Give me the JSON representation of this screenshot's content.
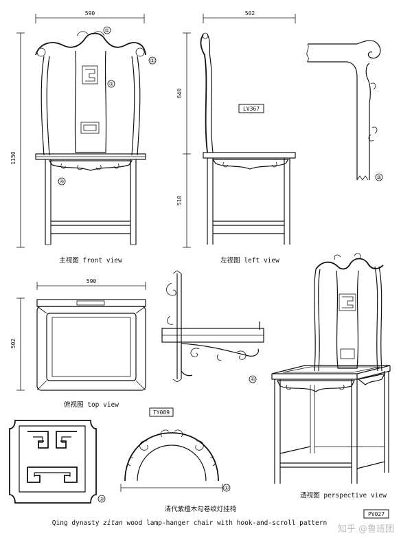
{
  "dimensions": {
    "front_width": "590",
    "side_depth": "502",
    "top_width": "590",
    "top_depth": "502",
    "total_height": "1150",
    "back_height": "640",
    "seat_height": "510"
  },
  "labels": {
    "front_view": "主视图  front view",
    "left_view": "左视图  left view",
    "top_view": "俯视图  top view",
    "perspective_view": "透视图 perspective view",
    "chinese_title": "清代紫檀木勾卷纹灯挂椅",
    "english_title": "Qing dynasty zitan wood lamp-hanger chair with hook-and-scroll pattern",
    "english_title_pre": "Qing dynasty ",
    "english_title_italic": "zitan",
    "english_title_post": " wood lamp-hanger chair with hook-and-scroll pattern"
  },
  "codes": {
    "lv": "LV367",
    "ty": "TY089",
    "pv": "PV027"
  },
  "markers": {
    "m1": "①",
    "m2": "②",
    "m3": "③",
    "m4": "④"
  },
  "watermark": "知乎 @鲁班团"
}
